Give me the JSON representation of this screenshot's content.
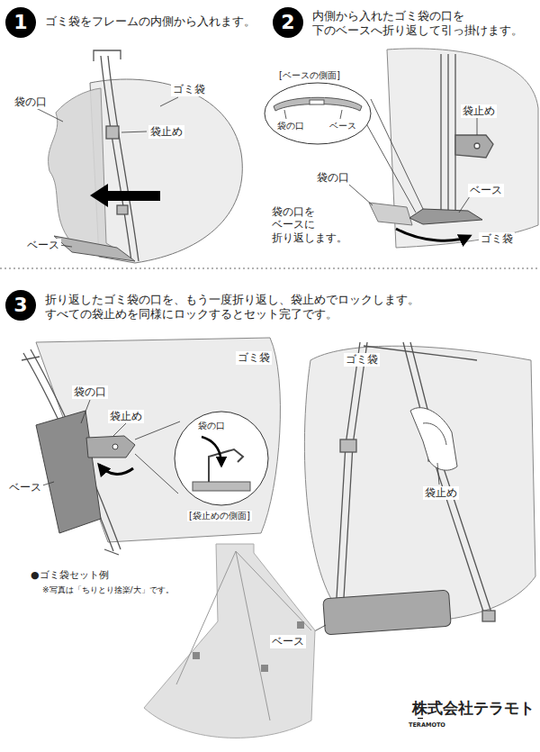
{
  "diagram": {
    "nodes": [
      {
        "text": [
          "1"
        ]
      },
      {
        "text": [
          "2"
        ]
      },
      {
        "text": [
          "[ベースの側面]",
          "袋の口",
          "ベース"
        ]
      },
      {
        "text": [
          "3"
        ]
      },
      {
        "text": [
          "袋の口",
          "[袋止めの側面]"
        ]
      }
    ],
    "labels": [
      "ゴミ袋をフレームの内側から入れます。",
      "袋の口",
      "ゴミ袋",
      "袋止め",
      "ベース",
      "内側から入れたゴミ袋の口を 下のベースへ折り返して引っ掛けます。",
      "袋止め",
      "袋の口",
      "ベース",
      "ゴミ袋",
      "袋の口を ベースに 折り返します。",
      "折り返したゴミ袋の口を、もう一度折り返し、袋止めでロックします。 すべての袋止めを同様にロックするとセット完了です。",
      "ゴミ袋",
      "袋の口",
      "袋止め",
      "ベース",
      "ゴミ袋",
      "袋止め",
      "ベース",
      "●ゴミ袋セット例",
      "※写真は「ちりとり捨楽/大」です。",
      "TERAMOTO",
      "株式会社テラモト"
    ]
  }
}
